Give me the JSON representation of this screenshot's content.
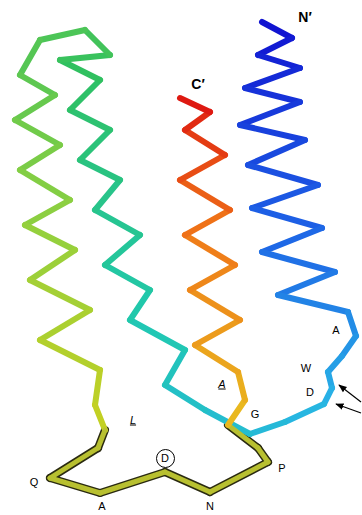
{
  "diagram": {
    "nodes": [
      {
        "text": [
          "D"
        ]
      }
    ],
    "labels": [
      "N′",
      "C′",
      "A",
      "W",
      "A",
      "D",
      "G",
      "L",
      "Q",
      "A",
      "N",
      "P"
    ]
  }
}
